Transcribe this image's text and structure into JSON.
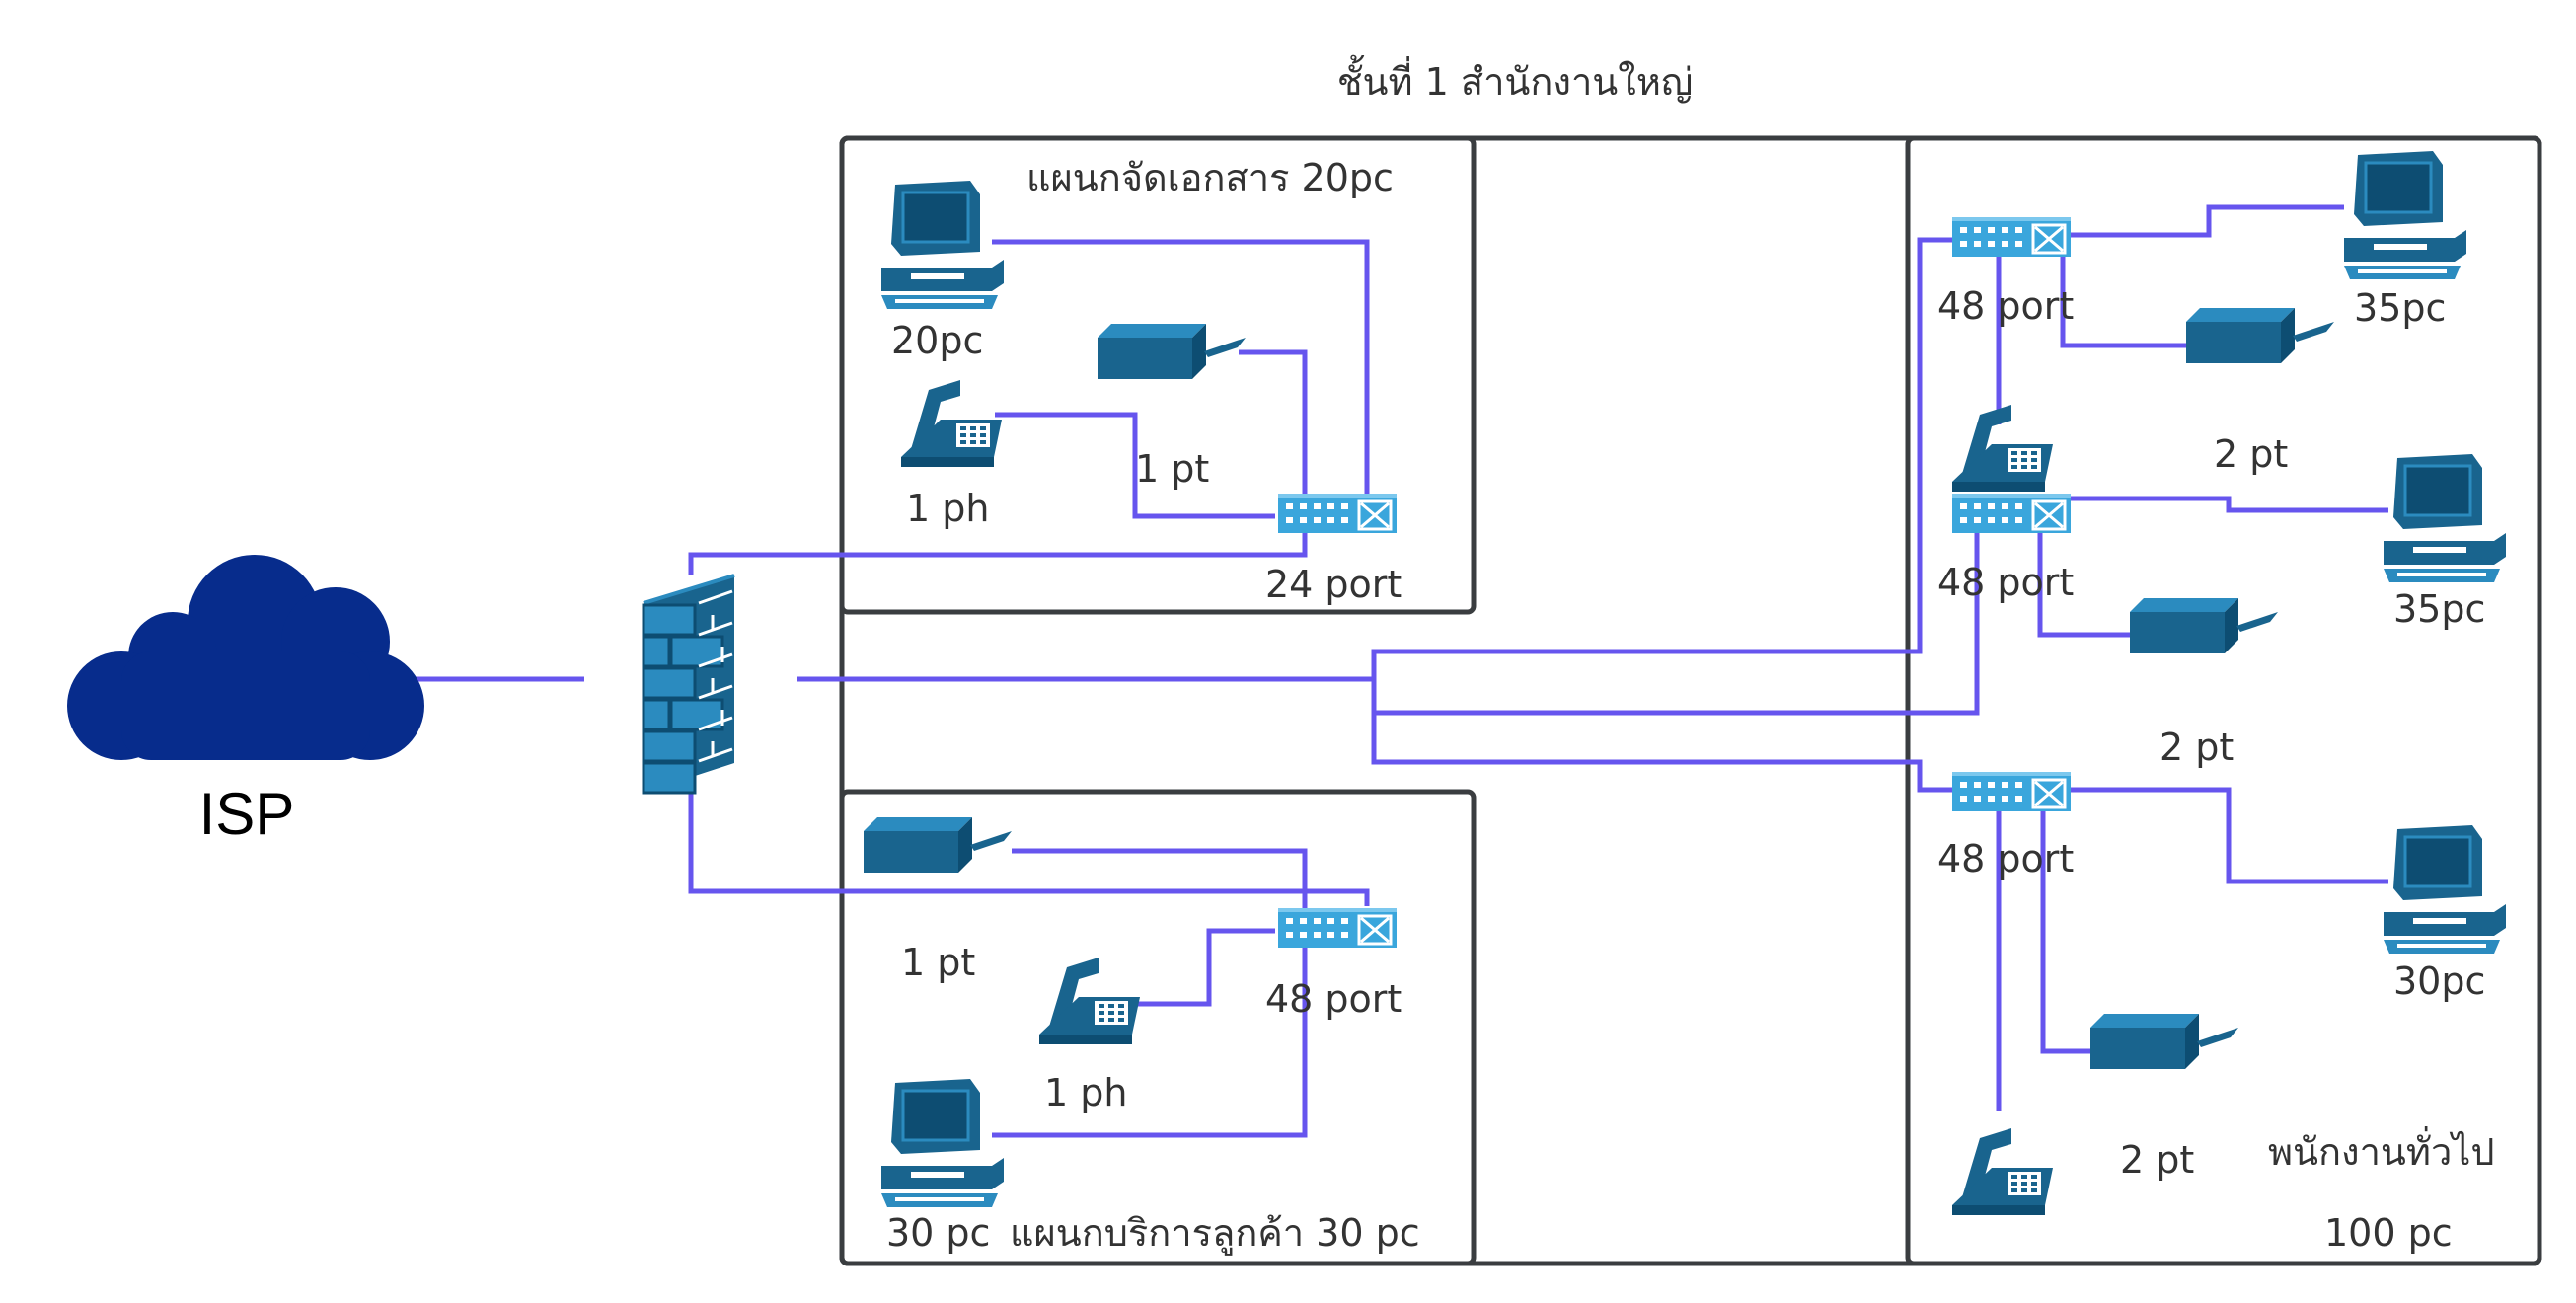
{
  "title": "ชั้นที่ 1 สำนักงานใหญ่",
  "isp_label": "ISP",
  "colors": {
    "device": "#19648e",
    "device_light": "#2b8bbf",
    "switch": "#3aa6dc",
    "cloud": "#072c8c",
    "wire": "#6655ee",
    "box_border": "#3a3d40",
    "text": "#333333"
  },
  "doc_dept": {
    "title": "แผนกจัดเอกสาร 20pc",
    "pc_label": "20pc",
    "phone_label": "1 ph",
    "printer_label": "1 pt",
    "switch_label": "24 port"
  },
  "service_dept": {
    "title": "แผนกบริการลูกค้า 30 pc",
    "pc_label": "30 pc",
    "printer_label": "1 pt",
    "phone_label": "1 ph",
    "switch_label": "48 port"
  },
  "general_staff": {
    "title": "พนักงานทั่วไป",
    "count": "100 pc",
    "switch1_label": "48 port",
    "switch2_label": "48 port",
    "switch3_label": "48 port",
    "pc1_label": "35pc",
    "pc2_label": "35pc",
    "pc3_label": "30pc",
    "printer1_label": "2 pt",
    "printer2_label": "2 pt",
    "printer3_label": "2 pt"
  }
}
